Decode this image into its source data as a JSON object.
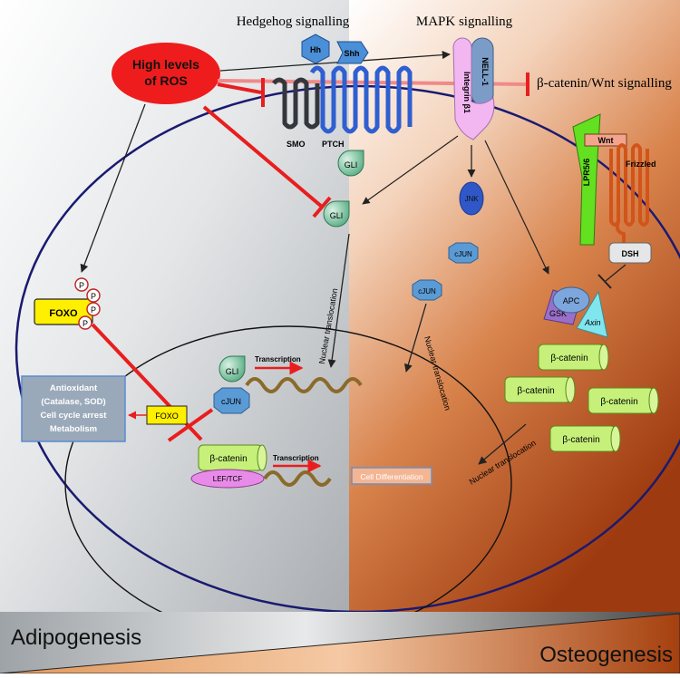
{
  "titles": {
    "hedgehog": "Hedgehog signalling",
    "mapk": "MAPK signalling",
    "wnt": "β-catenin/Wnt signalling"
  },
  "ros": {
    "line1": "High levels",
    "line2": "of ROS"
  },
  "receptors": {
    "hh": "Hh",
    "shh": "Shh",
    "smo": "SMO",
    "ptch": "PTCH",
    "nell1": "NELL-1",
    "integrin": "Integrin β1",
    "lpr": "LPR5/6",
    "wnt_ligand": "Wnt",
    "frizzled": "Frizzled",
    "dsh": "DSH"
  },
  "proteins": {
    "gli_top": "GLI",
    "gli_mid": "GLI",
    "gli_nucleus": "GLI",
    "jnk": "JNK",
    "cjun_a": "cJUN",
    "cjun_b": "cJUN",
    "cjun_nucleus": "cJUN",
    "apc": "APC",
    "gsk": "GSK",
    "axin": "Axin",
    "foxo_cyto": "FOXO",
    "foxo_nucleus": "FOXO",
    "phospho": "P",
    "bcat_nucleus": "β-catenin",
    "lef_tcf": "LEF/TCF",
    "bcat_1": "β-catenin",
    "bcat_2": "β-catenin",
    "bcat_3": "β-catenin",
    "bcat_4": "β-catenin"
  },
  "labels": {
    "nuclear_translocation_1": "Nuclear translocation",
    "nuclear_translocation_2": "Nuclear translocation",
    "nuclear_translocation_3": "Nuclear translocation",
    "transcription_1": "Transcription",
    "transcription_2": "Transcription",
    "cell_differentiation": "Cell Differentiation"
  },
  "foxo_targets": {
    "line1": "Antioxidant",
    "line2": "(Catalase, SOD)",
    "line3": "Cell cycle arrest",
    "line4": "Metabolism"
  },
  "bottom": {
    "adipogenesis": "Adipogenesis",
    "osteogenesis": "Osteogenesis"
  },
  "colors": {
    "ros_red": "#ee1c1c",
    "inhibit_red": "#e81e1e",
    "gli_green": "#5dbb8e",
    "cjun_blue": "#5b9bd5",
    "jnk_blue": "#2f57c8",
    "foxo_yellow": "#ffef00",
    "bcat_green": "#c6f07a",
    "lef_pink": "#e88be8",
    "lpr_green": "#63e01f",
    "receptor_blue": "#2f5fd0",
    "frizzled_orange": "#d2541a",
    "integrin_pink": "#f2b6f0",
    "nell_blue": "#7a9cc7",
    "apc_blue": "#7da7dc",
    "gsk_purple": "#9a6fc8",
    "axin_cyan": "#80e6ee",
    "cell_border": "#1a1a70"
  }
}
